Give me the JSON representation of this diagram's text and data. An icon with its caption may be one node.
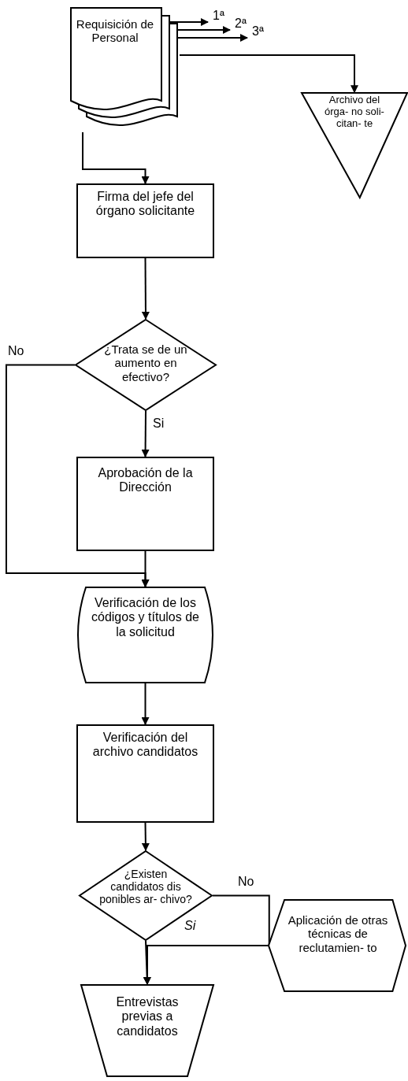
{
  "diagram": {
    "nodes": [
      {
        "text": [
          "Requisición de Personal"
        ]
      },
      {
        "text": [
          "Archivo del órga- no soli- citan- te"
        ]
      },
      {
        "text": [
          "Firma del jefe del órgano solicitante"
        ]
      },
      {
        "text": [
          "¿Trata se de un aumento en efectivo?"
        ]
      },
      {
        "text": [
          "Aprobación de la Dirección"
        ]
      },
      {
        "text": [
          "Verificación de los códigos y títulos de la solicitud"
        ]
      },
      {
        "text": [
          "Verificación del archivo candidatos"
        ]
      },
      {
        "text": [
          "¿Existen candidatos dis ponibles ar- chivo?"
        ]
      },
      {
        "text": [
          "Aplicación de otras técnicas de reclutamien- to"
        ]
      },
      {
        "text": [
          "Entrevistas previas a candidatos"
        ]
      }
    ],
    "edges": [
      {
        "from": 0,
        "to": null,
        "arrow": "to",
        "label": "1ª"
      },
      {
        "from": 0,
        "to": null,
        "arrow": "to",
        "label": "2ª"
      },
      {
        "from": 0,
        "to": null,
        "arrow": "to",
        "label": "3ª"
      },
      {
        "from": 0,
        "to": 1,
        "arrow": "to"
      },
      {
        "from": 0,
        "to": 2,
        "arrow": "to"
      },
      {
        "from": 2,
        "to": 3,
        "arrow": "to"
      },
      {
        "from": 3,
        "to": 4,
        "arrow": "to",
        "label": "Si"
      },
      {
        "from": 3,
        "to": 5,
        "arrow": "to",
        "label": "No"
      },
      {
        "from": 4,
        "to": 5,
        "arrow": "to"
      },
      {
        "from": 5,
        "to": 6,
        "arrow": "to"
      },
      {
        "from": 6,
        "to": 7,
        "arrow": "to"
      },
      {
        "from": 7,
        "to": 8,
        "arrow": "none",
        "label": "No"
      },
      {
        "from": 8,
        "to": 9,
        "arrow": "to"
      },
      {
        "from": 7,
        "to": 9,
        "arrow": "to",
        "label": "Si"
      }
    ]
  }
}
